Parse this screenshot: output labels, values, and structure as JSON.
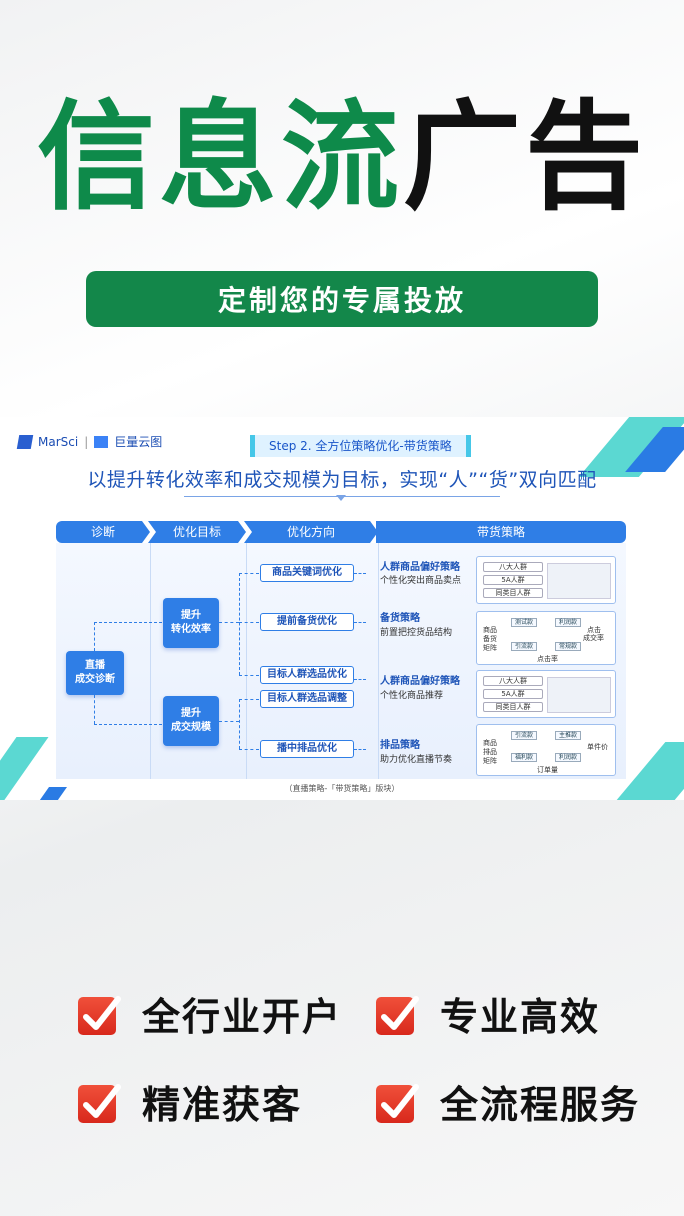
{
  "hero": {
    "title_green": "信息流",
    "title_black": "广告",
    "subtitle": "定制您的专属投放"
  },
  "slide": {
    "logo_left": "MarSci",
    "logo_right": "巨量云图",
    "step_tag": "Step 2. 全方位策略优化-带货策略",
    "heading": "以提升转化效率和成交规模为目标，实现“人”“货”双向匹配",
    "columns": [
      "诊断",
      "优化目标",
      "优化方向",
      "带货策略"
    ],
    "diagnosis_node": [
      "直播",
      "成交诊断"
    ],
    "goal_nodes": [
      [
        "提升",
        "转化效率"
      ],
      [
        "提升",
        "成交规模"
      ]
    ],
    "direction_nodes": [
      "商品关键词优化",
      "提前备货优化",
      "目标人群选品优化",
      "目标人群选品调整",
      "播中排品优化"
    ],
    "strategies": [
      {
        "title": "人群商品偏好策略",
        "desc": "个性化突出商品卖点"
      },
      {
        "title": "备货策略",
        "desc": "前置把控货品结构"
      },
      {
        "title": "人群商品偏好策略",
        "desc": "个性化商品推荐"
      },
      {
        "title": "排品策略",
        "desc": "助力优化直播节奏"
      }
    ],
    "card1_pills": [
      "八大人群",
      "5A人群",
      "同类目人群"
    ],
    "card2": {
      "side": [
        "商品",
        "备货",
        "矩阵"
      ],
      "boxes": [
        "测试款",
        "利润款",
        "引流款",
        "常规款"
      ],
      "right": [
        "点击",
        "成交率"
      ],
      "bottom": "点击率"
    },
    "card3_pills": [
      "八大人群",
      "5A人群",
      "同类目人群"
    ],
    "card4": {
      "side": [
        "商品",
        "排品",
        "矩阵"
      ],
      "boxes": [
        "引流款",
        "主推款",
        "福利款",
        "利润款"
      ],
      "right": "单件价",
      "bottom": "订单量"
    },
    "footer": "（直播策略-「带货策略」版块）"
  },
  "features": [
    "全行业开户",
    "专业高效",
    "精准获客",
    "全流程服务"
  ],
  "colors": {
    "green": "#0e8a4a",
    "banner": "#13874a",
    "blue": "#2f7ee6",
    "check": "#e0352a"
  }
}
